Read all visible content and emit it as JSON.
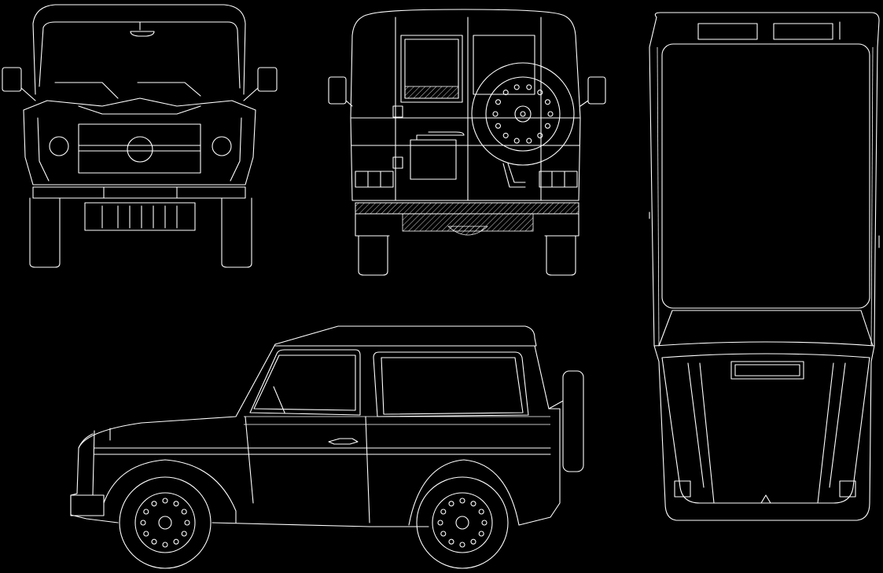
{
  "drawing": {
    "background_color": "#000000",
    "line_color": "#ffffff",
    "views": [
      "front-view",
      "rear-view",
      "top-view",
      "side-view"
    ]
  }
}
